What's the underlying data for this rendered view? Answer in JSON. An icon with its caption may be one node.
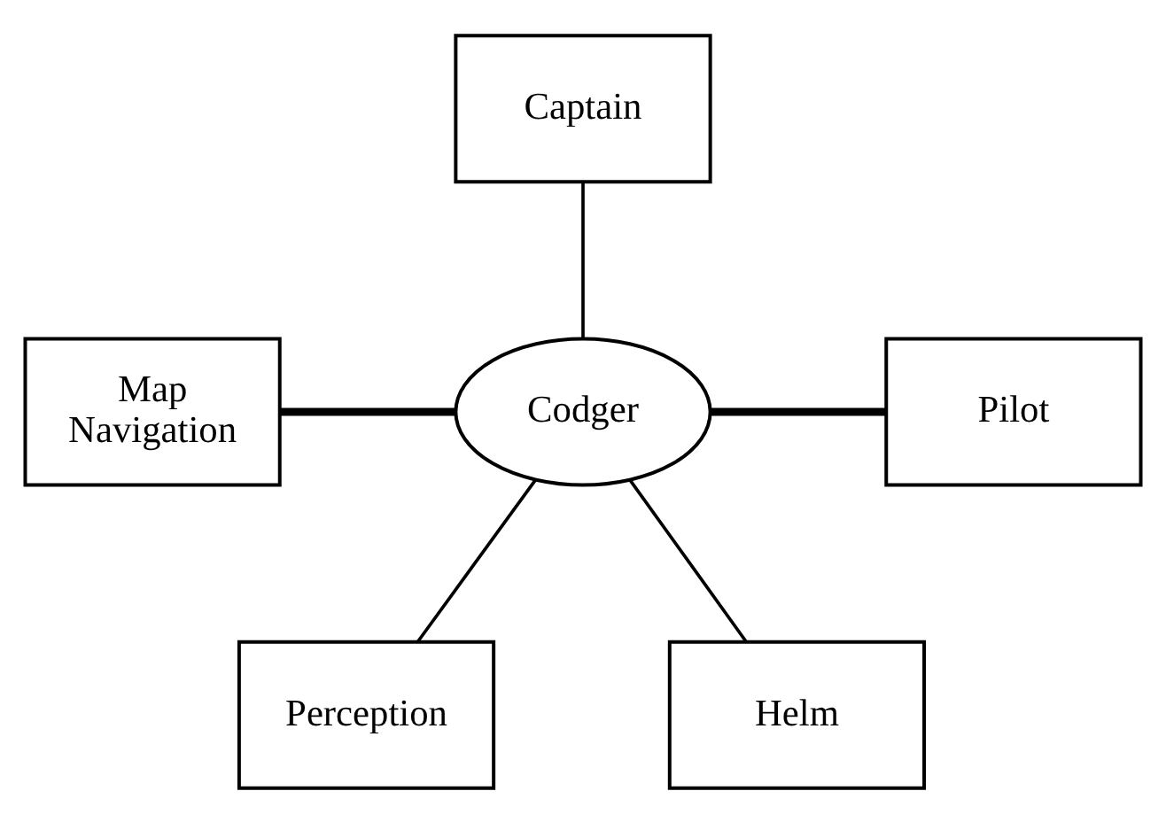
{
  "diagram": {
    "nodes": [
      {
        "text": [
          "Captain"
        ]
      },
      {
        "text": [
          "Map Navigation"
        ]
      },
      {
        "text": [
          "Codger"
        ]
      },
      {
        "text": [
          "Pilot"
        ]
      },
      {
        "text": [
          "Perception"
        ]
      },
      {
        "text": [
          "Helm"
        ]
      }
    ],
    "edges": [
      {
        "from": 0,
        "to": 2,
        "arrow": "none"
      },
      {
        "from": 1,
        "to": 2,
        "arrow": "none",
        "style": "thick"
      },
      {
        "from": 2,
        "to": 3,
        "arrow": "none",
        "style": "thick"
      },
      {
        "from": 2,
        "to": 4,
        "arrow": "none"
      },
      {
        "from": 2,
        "to": 5,
        "arrow": "none"
      }
    ]
  }
}
